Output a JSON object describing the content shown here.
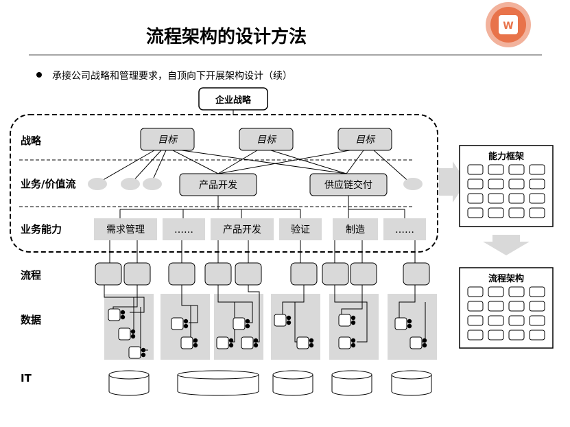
{
  "title": "流程架构的设计方法",
  "subtitle": "承接公司战略和管理要求，自顶向下开展架构设计（续）",
  "top_box": "企业战略",
  "layers": {
    "strategy": "战略",
    "business_value_stream": "业务/价值流",
    "business_capability": "业务能力",
    "process": "流程",
    "data": "数据",
    "it": "IT"
  },
  "goals": [
    "目标",
    "目标",
    "目标"
  ],
  "value_streams": [
    "产品开发",
    "供应链交付"
  ],
  "capabilities": [
    "需求管理",
    "……",
    "产品开发",
    "验证",
    "制造",
    "……"
  ],
  "right_panels": {
    "capability_framework": "能力框架",
    "process_architecture": "流程架构"
  },
  "colors": {
    "box_fill": "#d9d9d9",
    "panel_fill": "#d9d9d9",
    "logo": "#e8734a",
    "arrow": "#d9d9d9"
  }
}
